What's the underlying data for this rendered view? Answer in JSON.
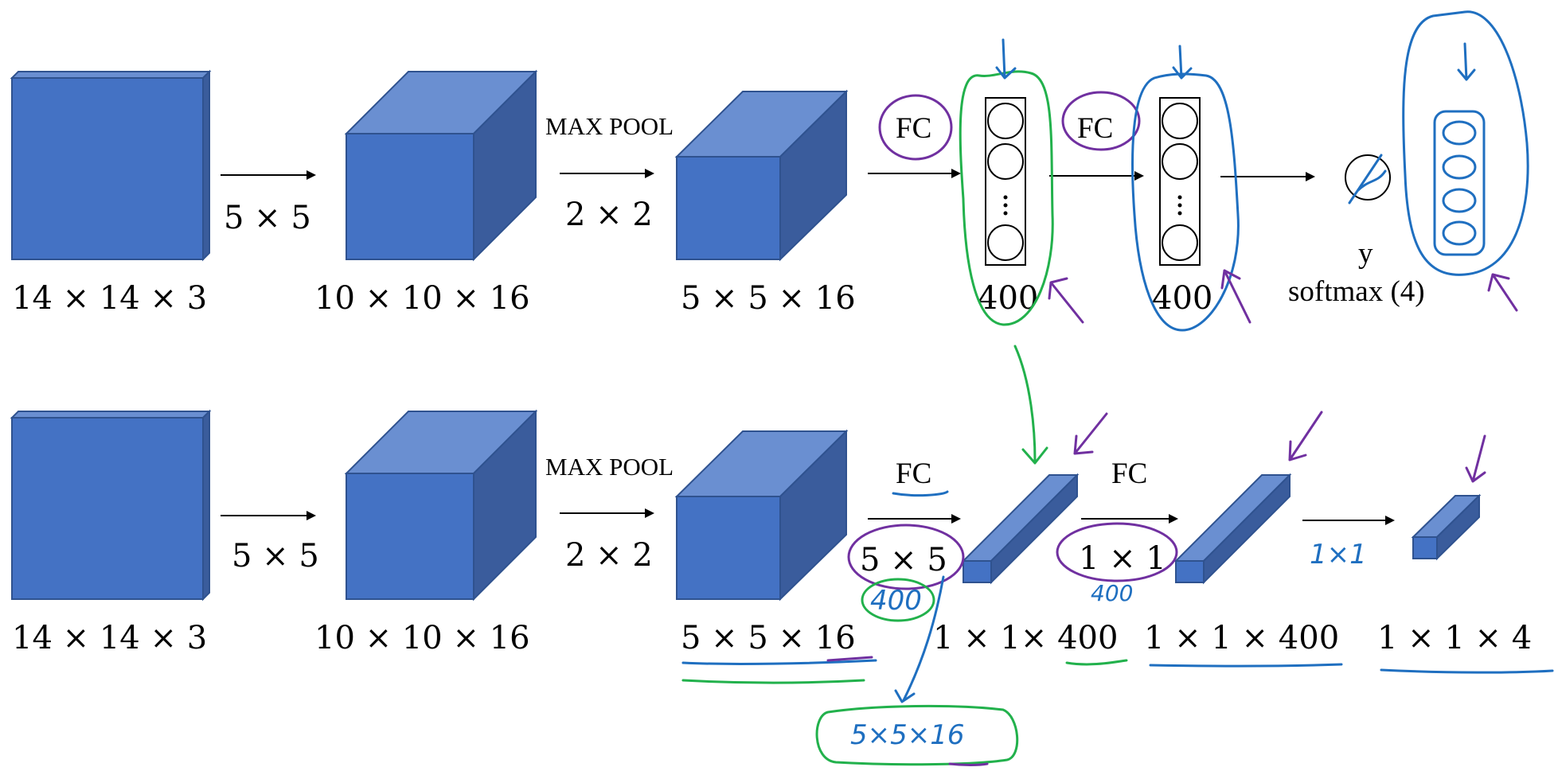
{
  "row1": {
    "input_dims": "14 × 14 × 3",
    "conv_filter": "5 × 5",
    "conv_dims": "10 × 10 × 16",
    "pool_label": "MAX POOL",
    "pool_filter": "2 × 2",
    "pool_dims": "5 × 5 × 16",
    "fc1_label": "FC",
    "fc1_units": "400",
    "fc2_label": "FC",
    "fc2_units": "400",
    "output_symbol": "y",
    "output_label": "softmax (4)"
  },
  "row2": {
    "input_dims": "14 × 14 × 3",
    "conv_filter": "5 × 5",
    "conv_dims": "10 × 10 × 16",
    "pool_label": "MAX POOL",
    "pool_filter": "2 × 2",
    "pool_dims": "5 × 5 × 16",
    "fc1_label": "FC",
    "fc1_filter": "5 × 5",
    "fc1_dims": "1 × 1× 400",
    "fc2_label": "FC",
    "fc2_filter": "1 × 1",
    "fc2_dims": "1 × 1 × 400",
    "fc3_filter_hand": "1×1",
    "out_dims": "1 × 1 × 4"
  },
  "annotations": {
    "count_hand": "400",
    "count_hand_2": "400",
    "filter_shape_hand": "5×5×16"
  },
  "colors": {
    "block_front": "#4472c4",
    "block_top": "#6a8fd1",
    "block_side": "#3a5c9c",
    "ink_blue": "#1f6fc0",
    "ink_green": "#22b14c",
    "ink_purple": "#7030a0"
  }
}
